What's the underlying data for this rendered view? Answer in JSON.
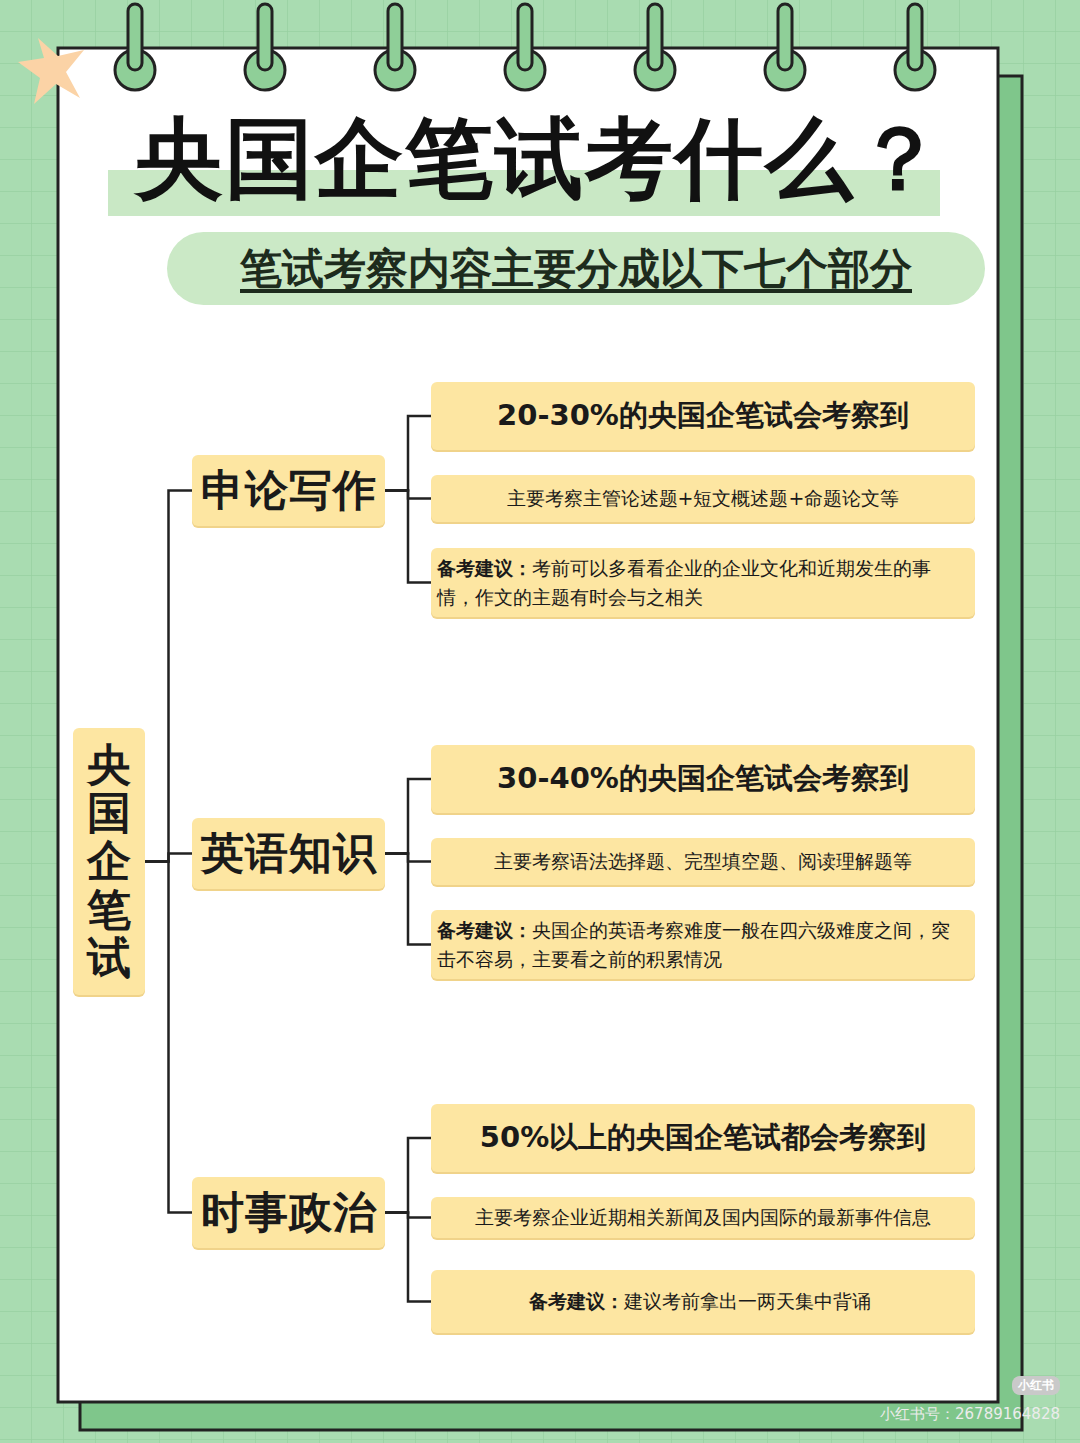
{
  "diagram": {
    "title": "央国企笔试考什么？",
    "nodes": [
      {
        "text": [
          "央国企笔试"
        ]
      },
      {
        "text": [
          "申论写作"
        ]
      },
      {
        "text": [
          "20-30%的央国企笔试会考察到"
        ]
      },
      {
        "text": [
          "主要考察主管论述题+短文概述题+命题论文等"
        ]
      },
      {
        "text": [
          "备考建议：",
          "考前可以多看看企业的企业文化和近期发生的事情，作文的主题有时会与之相关"
        ]
      },
      {
        "text": [
          "英语知识"
        ]
      },
      {
        "text": [
          "30-40%的央国企笔试会考察到"
        ]
      },
      {
        "text": [
          "主要考察语法选择题、完型填空题、阅读理解题等"
        ]
      },
      {
        "text": [
          "备考建议：",
          "央国企的英语考察难度一般在四六级难度之间，突击不容易，主要看之前的积累情况"
        ]
      },
      {
        "text": [
          "时事政治"
        ]
      },
      {
        "text": [
          "50%以上的央国企笔试都会考察到"
        ]
      },
      {
        "text": [
          "主要考察企业近期相关新闻及国内国际的最新事件信息"
        ]
      },
      {
        "text": [
          "备考建议：",
          "建议考前拿出一两天集中背诵"
        ]
      }
    ],
    "edges": [
      {
        "from": 0,
        "to": 1,
        "arrow": "none"
      },
      {
        "from": 0,
        "to": 5,
        "arrow": "none"
      },
      {
        "from": 0,
        "to": 9,
        "arrow": "none"
      },
      {
        "from": 1,
        "to": 2,
        "arrow": "none"
      },
      {
        "from": 1,
        "to": 3,
        "arrow": "none"
      },
      {
        "from": 1,
        "to": 4,
        "arrow": "none"
      },
      {
        "from": 5,
        "to": 6,
        "arrow": "none"
      },
      {
        "from": 5,
        "to": 7,
        "arrow": "none"
      },
      {
        "from": 5,
        "to": 8,
        "arrow": "none"
      },
      {
        "from": 9,
        "to": 10,
        "arrow": "none"
      },
      {
        "from": 9,
        "to": 11,
        "arrow": "none"
      },
      {
        "from": 9,
        "to": 12,
        "arrow": "none"
      }
    ],
    "labels": [
      "笔试考察内容主要分成以下七个部分",
      "小红书",
      "小红书号：26789164828"
    ]
  }
}
